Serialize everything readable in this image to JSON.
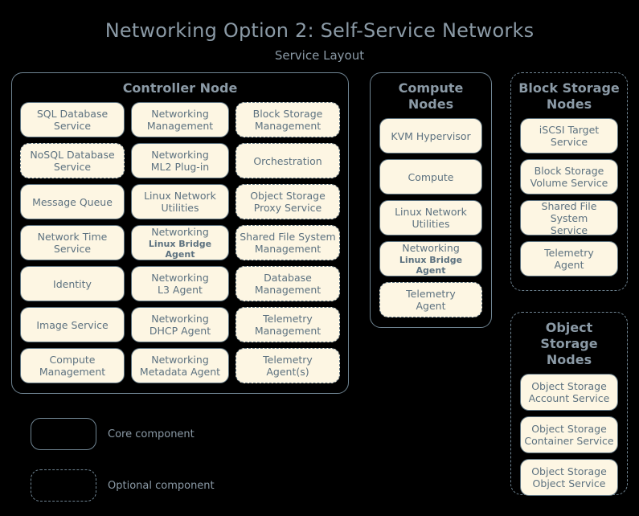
{
  "title": "Networking Option 2: Self-Service Networks",
  "subtitle": "Service Layout",
  "colors": {
    "background": "#000000",
    "box_fill": "#fdf6e3",
    "box_border": "#5d727f",
    "container_border": "#6f8492",
    "title_text": "#8b9aa6",
    "box_text": "#5d7280"
  },
  "nodes": {
    "controller": {
      "title": "Controller Node",
      "style": "solid",
      "columns": [
        {
          "items": [
            {
              "line1": "SQL Database",
              "line2": "Service",
              "style": "solid"
            },
            {
              "line1": "NoSQL Database",
              "line2": "Service",
              "style": "dashed"
            },
            {
              "line1": "Message Queue",
              "line2": "",
              "style": "solid"
            },
            {
              "line1": "Network Time",
              "line2": "Service",
              "style": "solid"
            },
            {
              "line1": "Identity",
              "line2": "",
              "style": "solid"
            },
            {
              "line1": "Image Service",
              "line2": "",
              "style": "solid"
            },
            {
              "line1": "Compute",
              "line2": "Management",
              "style": "solid"
            }
          ]
        },
        {
          "items": [
            {
              "line1": "Networking",
              "line2": "Management",
              "style": "solid"
            },
            {
              "line1": "Networking",
              "line2": "ML2 Plug-in",
              "style": "solid"
            },
            {
              "line1": "Linux Network",
              "line2": "Utilities",
              "style": "solid"
            },
            {
              "line1": "Networking",
              "line2": "Linux Bridge Agent",
              "style": "solid",
              "sub": true
            },
            {
              "line1": "Networking",
              "line2": "L3 Agent",
              "style": "solid"
            },
            {
              "line1": "Networking",
              "line2": "DHCP Agent",
              "style": "solid"
            },
            {
              "line1": "Networking",
              "line2": "Metadata Agent",
              "style": "solid"
            }
          ]
        },
        {
          "items": [
            {
              "line1": "Block Storage",
              "line2": "Management",
              "style": "dashed"
            },
            {
              "line1": "Orchestration",
              "line2": "",
              "style": "dashed"
            },
            {
              "line1": "Object Storage",
              "line2": "Proxy Service",
              "style": "dashed"
            },
            {
              "line1": "Shared File System",
              "line2": "Management",
              "style": "dashed"
            },
            {
              "line1": "Database",
              "line2": "Management",
              "style": "dashed"
            },
            {
              "line1": "Telemetry",
              "line2": "Management",
              "style": "dashed"
            },
            {
              "line1": "Telemetry",
              "line2": "Agent(s)",
              "style": "dashed"
            }
          ]
        }
      ]
    },
    "compute": {
      "title": "Compute Nodes",
      "style": "solid",
      "items": [
        {
          "line1": "KVM Hypervisor",
          "line2": "",
          "style": "solid"
        },
        {
          "line1": "Compute",
          "line2": "",
          "style": "solid"
        },
        {
          "line1": "Linux Network",
          "line2": "Utilities",
          "style": "solid"
        },
        {
          "line1": "Networking",
          "line2": "Linux Bridge Agent",
          "style": "solid",
          "sub": true
        },
        {
          "line1": "Telemetry",
          "line2": "Agent",
          "style": "dashed"
        }
      ]
    },
    "block_storage": {
      "title": "Block Storage Nodes",
      "style": "dashed",
      "items": [
        {
          "line1": "iSCSI Target",
          "line2": "Service",
          "style": "solid"
        },
        {
          "line1": "Block Storage",
          "line2": "Volume Service",
          "style": "solid"
        },
        {
          "line1": "Shared File System",
          "line2": "Service",
          "style": "solid"
        },
        {
          "line1": "Telemetry",
          "line2": "Agent",
          "style": "solid"
        }
      ]
    },
    "object_storage": {
      "title": "Object Storage Nodes",
      "style": "dashed",
      "items": [
        {
          "line1": "Object Storage",
          "line2": "Account Service",
          "style": "solid"
        },
        {
          "line1": "Object Storage",
          "line2": "Container Service",
          "style": "solid"
        },
        {
          "line1": "Object Storage",
          "line2": "Object Service",
          "style": "solid"
        }
      ]
    }
  },
  "legend": {
    "core": {
      "label": "Core component",
      "style": "solid"
    },
    "optional": {
      "label": "Optional component",
      "style": "dashed"
    }
  }
}
